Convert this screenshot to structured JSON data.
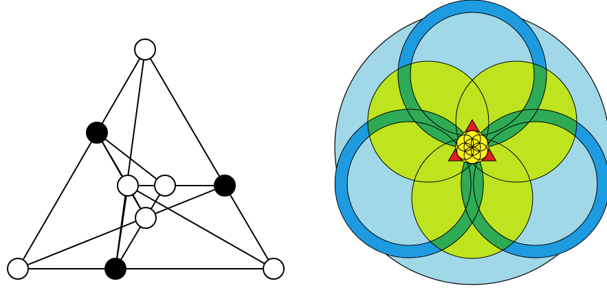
{
  "graph_diagram": {
    "nodes": [
      {
        "id": "top",
        "fill": "white"
      },
      {
        "id": "upper-left",
        "fill": "black"
      },
      {
        "id": "inner-left",
        "fill": "white"
      },
      {
        "id": "inner-right",
        "fill": "white"
      },
      {
        "id": "right-mid",
        "fill": "black"
      },
      {
        "id": "inner-bottom",
        "fill": "white"
      },
      {
        "id": "bottom-left",
        "fill": "white"
      },
      {
        "id": "bottom-mid",
        "fill": "black"
      },
      {
        "id": "bottom-right",
        "fill": "white"
      }
    ],
    "edges": [
      [
        "top",
        "bottom-left"
      ],
      [
        "top",
        "bottom-right"
      ],
      [
        "bottom-left",
        "bottom-right"
      ],
      [
        "top",
        "bottom-mid"
      ],
      [
        "upper-left",
        "inner-left"
      ],
      [
        "upper-left",
        "inner-right"
      ],
      [
        "upper-left",
        "inner-bottom"
      ],
      [
        "inner-left",
        "inner-right"
      ],
      [
        "inner-left",
        "inner-bottom"
      ],
      [
        "inner-right",
        "inner-bottom"
      ],
      [
        "inner-right",
        "right-mid"
      ],
      [
        "inner-left",
        "bottom-right"
      ],
      [
        "inner-left",
        "bottom-mid"
      ],
      [
        "inner-bottom",
        "bottom-mid"
      ],
      [
        "bottom-left",
        "right-mid"
      ]
    ]
  },
  "colors": {
    "outer_disk": "#a0d8e8",
    "blue_ring": "#1e9be0",
    "green_disk": "#bde41f",
    "overlap_green": "#2faa55",
    "yellow": "#fff21a",
    "red": "#e01f26",
    "stroke": "#000000",
    "node_white": "#ffffff",
    "node_black": "#000000"
  }
}
